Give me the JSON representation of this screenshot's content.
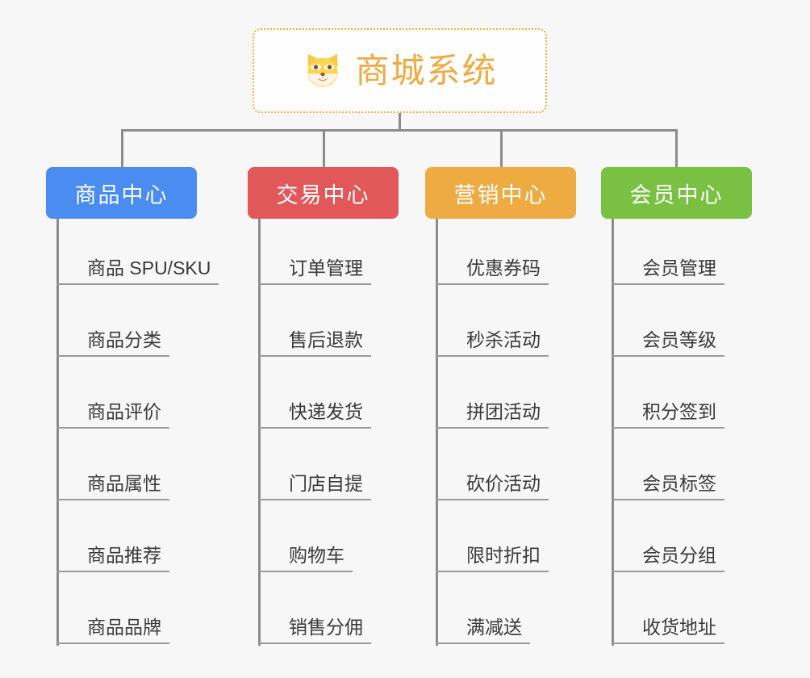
{
  "page": {
    "background": "#f7f7f7",
    "connector_color": "#8c8c8c",
    "underline_color": "#9a9a9a",
    "leaf_text_color": "#3a3a3a"
  },
  "root": {
    "title": "商城系统",
    "icon": "shiba-dog-face-icon",
    "text_color": "#eeab42",
    "border_color": "#f0b041",
    "background": "#fefefe"
  },
  "columns": [
    {
      "id": "product-center",
      "title": "商品中心",
      "color": "#4a8cf0",
      "items": [
        "商品 SPU/SKU",
        "商品分类",
        "商品评价",
        "商品属性",
        "商品推荐",
        "商品品牌"
      ]
    },
    {
      "id": "trade-center",
      "title": "交易中心",
      "color": "#e2585a",
      "items": [
        "订单管理",
        "售后退款",
        "快递发货",
        "门店自提",
        "购物车",
        "销售分佣"
      ]
    },
    {
      "id": "marketing-center",
      "title": "营销中心",
      "color": "#eeab42",
      "items": [
        "优惠券码",
        "秒杀活动",
        "拼团活动",
        "砍价活动",
        "限时折扣",
        "满减送"
      ]
    },
    {
      "id": "member-center",
      "title": "会员中心",
      "color": "#7ac143",
      "items": [
        "会员管理",
        "会员等级",
        "积分签到",
        "会员标签",
        "会员分组",
        "收货地址"
      ]
    }
  ]
}
